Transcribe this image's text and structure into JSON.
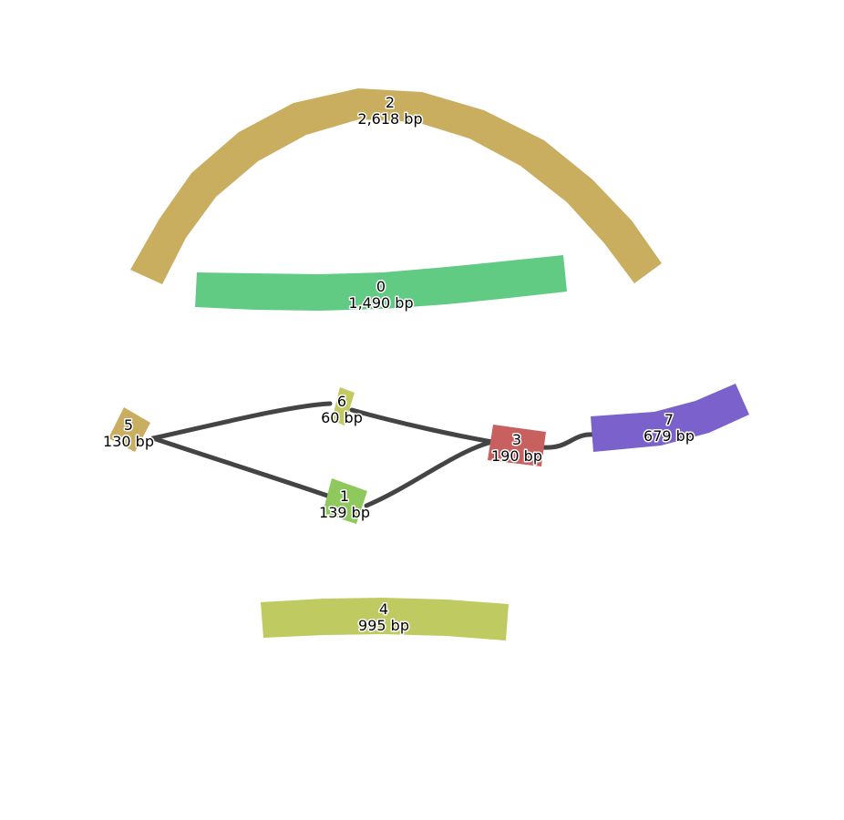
{
  "graph": {
    "nodes": [
      {
        "id": "0",
        "number": "0",
        "length": "1,490 bp",
        "color": "#61cb84"
      },
      {
        "id": "1",
        "number": "1",
        "length": "139 bp",
        "color": "#8fc95e"
      },
      {
        "id": "2",
        "number": "2",
        "length": "2,618 bp",
        "color": "#c9ae60"
      },
      {
        "id": "3",
        "number": "3",
        "length": "190 bp",
        "color": "#c96060"
      },
      {
        "id": "4",
        "number": "4",
        "length": "995 bp",
        "color": "#bfca60"
      },
      {
        "id": "5",
        "number": "5",
        "length": "130 bp",
        "color": "#c9ae60"
      },
      {
        "id": "6",
        "number": "6",
        "length": "60 bp",
        "color": "#c2c960"
      },
      {
        "id": "7",
        "number": "7",
        "length": "679 bp",
        "color": "#7b61cb"
      }
    ],
    "edges": [
      {
        "from": "5",
        "to": "6"
      },
      {
        "from": "5",
        "to": "1"
      },
      {
        "from": "6",
        "to": "3"
      },
      {
        "from": "1",
        "to": "3"
      },
      {
        "from": "3",
        "to": "7"
      }
    ],
    "edge_color": "#444444"
  }
}
